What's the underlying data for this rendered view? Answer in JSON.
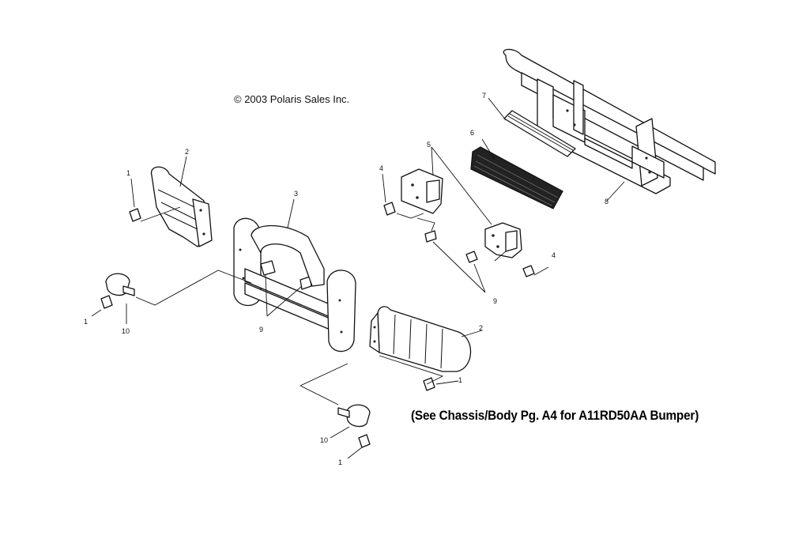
{
  "copyright": "© 2003 Polaris Sales Inc.",
  "note": "(See Chassis/Body Pg. A4 for A11RD50AA Bumper)",
  "callouts": {
    "c1a": "1",
    "c1b": "1",
    "c1c": "1",
    "c1d": "1",
    "c2a": "2",
    "c2b": "2",
    "c3": "3",
    "c4a": "4",
    "c4b": "4",
    "c5": "5",
    "c6": "6",
    "c7": "7",
    "c8": "8",
    "c9a": "9",
    "c9b": "9",
    "c10a": "10",
    "c10b": "10"
  }
}
